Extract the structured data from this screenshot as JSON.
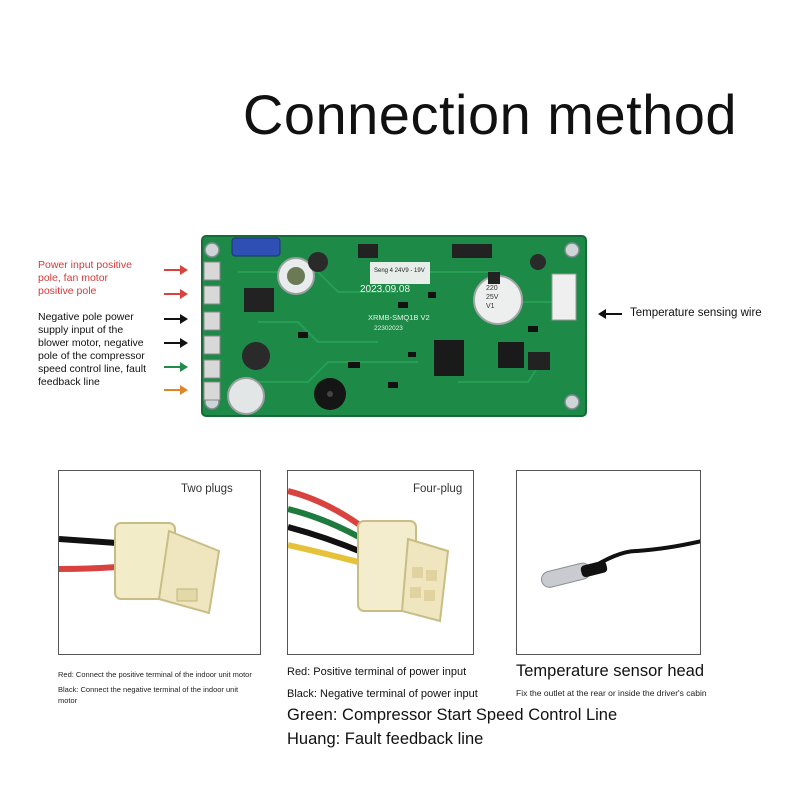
{
  "title": "Connection method",
  "left_callouts": {
    "power_positive": [
      "Power input positive",
      "pole, fan motor",
      "positive pole"
    ],
    "negative_pole": [
      "Negative pole power",
      "supply input of the",
      "blower motor, negative",
      "pole of the compressor",
      "speed control line, fault",
      "feedback line"
    ]
  },
  "right_callout": "Temperature sensing wire",
  "pcb_text": {
    "chip_label": "Seng 4 24V9 - 19V",
    "date": "2023.09.08",
    "model": "XRMB-SMQ1B V2",
    "batch": "22302023",
    "cap1": [
      "220",
      "25V",
      "V1"
    ]
  },
  "panels": {
    "two_plugs": "Two plugs",
    "four_plug": "Four-plug"
  },
  "captions": {
    "red_motor": "Red: Connect the positive terminal of the indoor unit motor",
    "black_motor": [
      "Black: Connect the negative terminal of the indoor unit",
      "motor"
    ],
    "red_power": "Red: Positive terminal of power input",
    "black_power": "Black: Negative terminal of power input",
    "green": "Green: Compressor Start Speed Control Line",
    "huang": "Huang: Fault feedback line",
    "sensor_head": "Temperature sensor head",
    "sensor_fix": "Fix the outlet at the rear or inside the driver's cabin"
  },
  "colors": {
    "pcb_green": "#1e8a48",
    "red_wire": "#d9433f",
    "green_arrow": "#1f8c4c",
    "orange_arrow": "#e0862a"
  }
}
